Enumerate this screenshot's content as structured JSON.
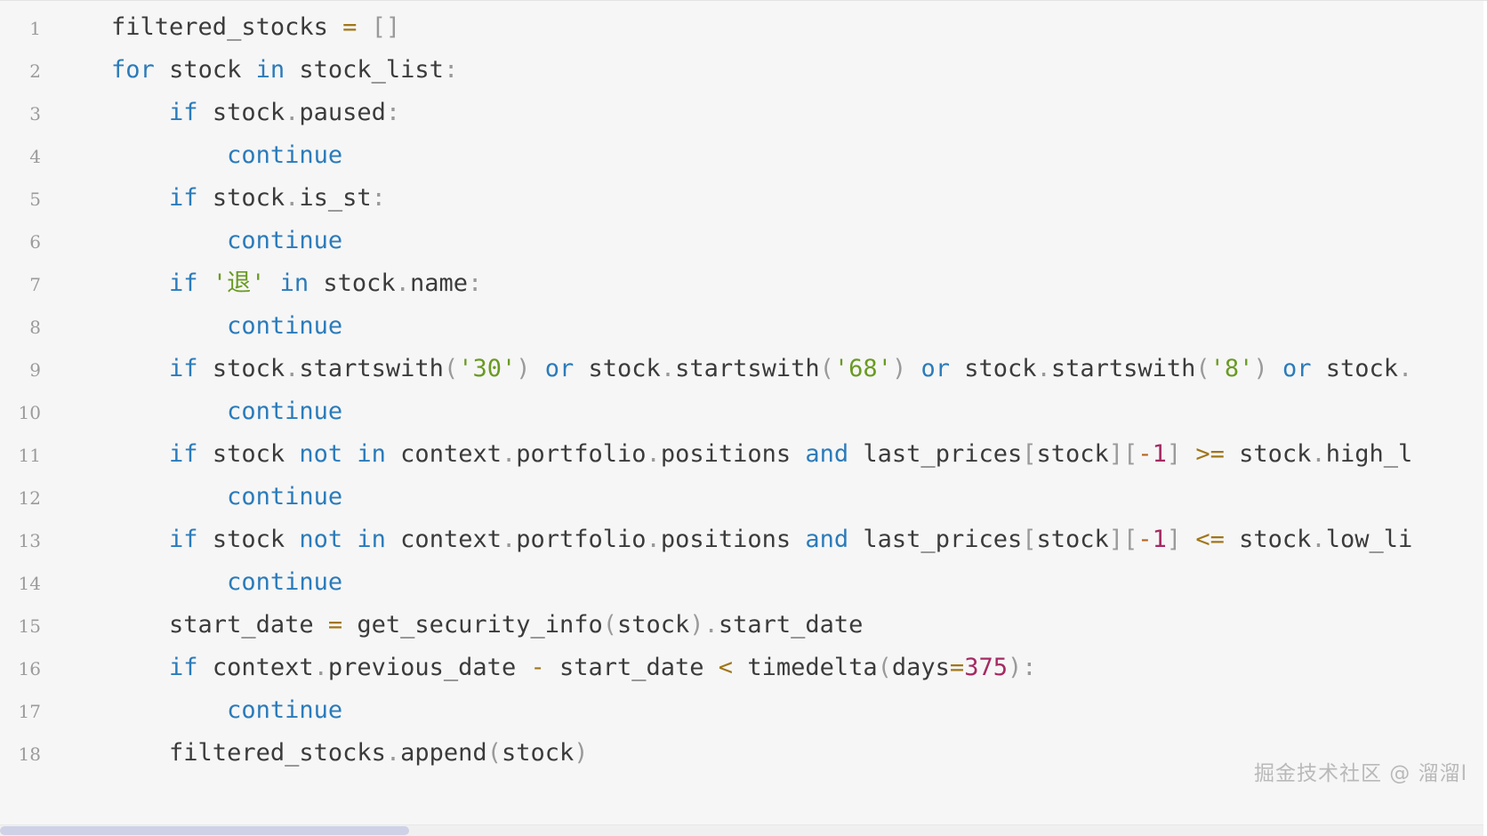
{
  "editor": {
    "language": "python",
    "background_color": "#f6f6f6",
    "gutter_color": "#9b9b9b",
    "accent_keyword": "#2b7bba",
    "accent_string": "#6a9a23",
    "accent_number": "#a52a63",
    "accent_operator": "#a0761a",
    "scrollbar_thumb_color": "#cfd2e6"
  },
  "watermark": {
    "text": "掘金技术社区 @ 溜溜l"
  },
  "lines": [
    {
      "n": "1",
      "text": "    filtered_stocks = []"
    },
    {
      "n": "2",
      "text": "    for stock in stock_list:"
    },
    {
      "n": "3",
      "text": "        if stock.paused:"
    },
    {
      "n": "4",
      "text": "            continue"
    },
    {
      "n": "5",
      "text": "        if stock.is_st:"
    },
    {
      "n": "6",
      "text": "            continue"
    },
    {
      "n": "7",
      "text": "        if '退' in stock.name:"
    },
    {
      "n": "8",
      "text": "            continue"
    },
    {
      "n": "9",
      "text": "        if stock.startswith('30') or stock.startswith('68') or stock.startswith('8') or stock."
    },
    {
      "n": "10",
      "text": "            continue"
    },
    {
      "n": "11",
      "text": "        if stock not in context.portfolio.positions and last_prices[stock][-1] >= stock.high_l"
    },
    {
      "n": "12",
      "text": "            continue"
    },
    {
      "n": "13",
      "text": "        if stock not in context.portfolio.positions and last_prices[stock][-1] <= stock.low_li"
    },
    {
      "n": "14",
      "text": "            continue"
    },
    {
      "n": "15",
      "text": "        start_date = get_security_info(stock).start_date"
    },
    {
      "n": "16",
      "text": "        if context.previous_date - start_date < timedelta(days=375):"
    },
    {
      "n": "17",
      "text": "            continue"
    },
    {
      "n": "18",
      "text": "        filtered_stocks.append(stock)"
    }
  ],
  "line_numbers": [
    "1",
    "2",
    "3",
    "4",
    "5",
    "6",
    "7",
    "8",
    "9",
    "10",
    "11",
    "12",
    "13",
    "14",
    "15",
    "16",
    "17",
    "18"
  ]
}
